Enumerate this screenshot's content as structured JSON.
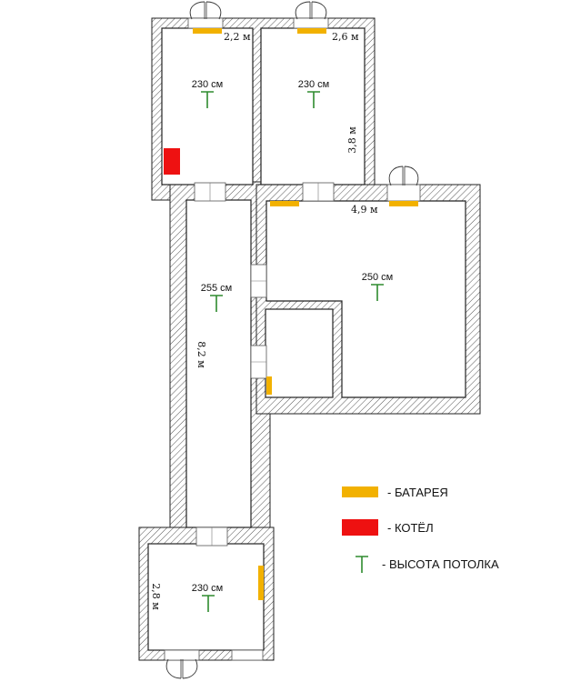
{
  "colors": {
    "battery": "#f2b100",
    "boiler": "#ee1111",
    "ceiling_marker": "#2e8b2e",
    "wall_line": "#222222"
  },
  "rooms": {
    "room_top_left": {
      "ceiling": "230 см",
      "dimension": "2,2 м"
    },
    "room_top_right": {
      "ceiling": "230 см",
      "dimension": "2,6 м",
      "dimension_side": "3,8 м"
    },
    "corridor": {
      "ceiling": "255 см",
      "dimension": "8,2 м"
    },
    "room_large": {
      "ceiling": "250 см",
      "dimension": "4,9 м"
    },
    "room_bottom": {
      "ceiling": "230 см",
      "dimension": "2,8 м"
    }
  },
  "legend": {
    "battery": "- БАТАРЕЯ",
    "boiler": "- КОТЁЛ",
    "ceiling": "- ВЫСОТА ПОТОЛКА"
  },
  "icons": {
    "battery": "battery-icon",
    "boiler": "boiler-icon",
    "ceiling": "ceiling-height-icon",
    "door": "door-icon"
  }
}
